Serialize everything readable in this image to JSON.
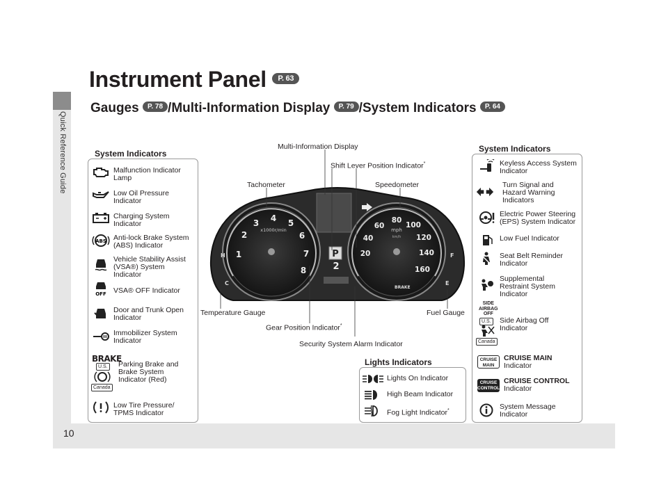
{
  "side_tab_label": "Quick Reference Guide",
  "page_number": "10",
  "title": "Instrument Panel",
  "title_ref": "P. 63",
  "subtitle": {
    "gauges": "Gauges",
    "gauges_ref": "P. 78",
    "mid": "/Multi-Information Display",
    "mid_ref": "P. 79",
    "sys": "/System Indicators",
    "sys_ref": "P. 64"
  },
  "left_panel": {
    "title": "System Indicators",
    "items": [
      "Malfunction Indicator\nLamp",
      "Low Oil Pressure\nIndicator",
      "Charging System\nIndicator",
      "Anti-lock Brake System\n(ABS) Indicator",
      "Vehicle Stability Assist\n(VSA®) System\nIndicator",
      "VSA® OFF Indicator",
      "Door and Trunk Open\nIndicator",
      "Immobilizer System\nIndicator",
      "Parking Brake and\nBrake System\nIndicator (Red)",
      "Low Tire Pressure/\nTPMS Indicator"
    ],
    "brake_text": "BRAKE",
    "us_tag": "U.S.",
    "canada_tag": "Canada"
  },
  "right_panel": {
    "title": "System Indicators",
    "items": [
      "Keyless Access System\nIndicator",
      "Turn Signal and\nHazard Warning\nIndicators",
      "Electric Power Steering\n(EPS) System Indicator",
      "Low Fuel Indicator",
      "Seat Belt Reminder\nIndicator",
      "Supplemental\nRestraint System\nIndicator",
      "Side Airbag Off\nIndicator",
      "System Message\nIndicator"
    ],
    "cruise_main": "CRUISE MAIN",
    "cruise_main_sub": "Indicator",
    "cruise_control": "CRUISE CONTROL",
    "cruise_control_sub": "Indicator",
    "airbag_icon_text": "SIDE\nAIRBAG\nOFF",
    "us_tag": "U.S.",
    "canada_tag": "Canada",
    "cruise_icon_main": "CRUISE\nMAIN",
    "cruise_icon_control": "CRUISE\nCONTROL"
  },
  "lights_panel": {
    "title": "Lights Indicators",
    "items": [
      "Lights On Indicator",
      "High Beam Indicator",
      "Fog Light Indicator"
    ]
  },
  "callouts": {
    "mid": "Multi-Information Display",
    "shift": "Shift Lever Position Indicator",
    "tach": "Tachometer",
    "speed": "Speedometer",
    "temp": "Temperature Gauge",
    "fuel": "Fuel Gauge",
    "gear": "Gear Position Indicator",
    "security": "Security System Alarm Indicator",
    "asterisk": "*"
  },
  "cluster": {
    "tach_numbers": [
      "1",
      "2",
      "3",
      "4",
      "5",
      "6",
      "7",
      "8"
    ],
    "tach_unit": "x1000r/min",
    "speed_numbers": [
      "20",
      "40",
      "60",
      "80",
      "100",
      "120",
      "140",
      "160"
    ],
    "speed_unit": "mph",
    "kmh_unit": "km/h",
    "gear_left": "P",
    "gear_right": "2",
    "temp_h": "H",
    "temp_c": "C",
    "fuel_f": "F",
    "fuel_e": "E",
    "brake_small": "BRAKE"
  }
}
